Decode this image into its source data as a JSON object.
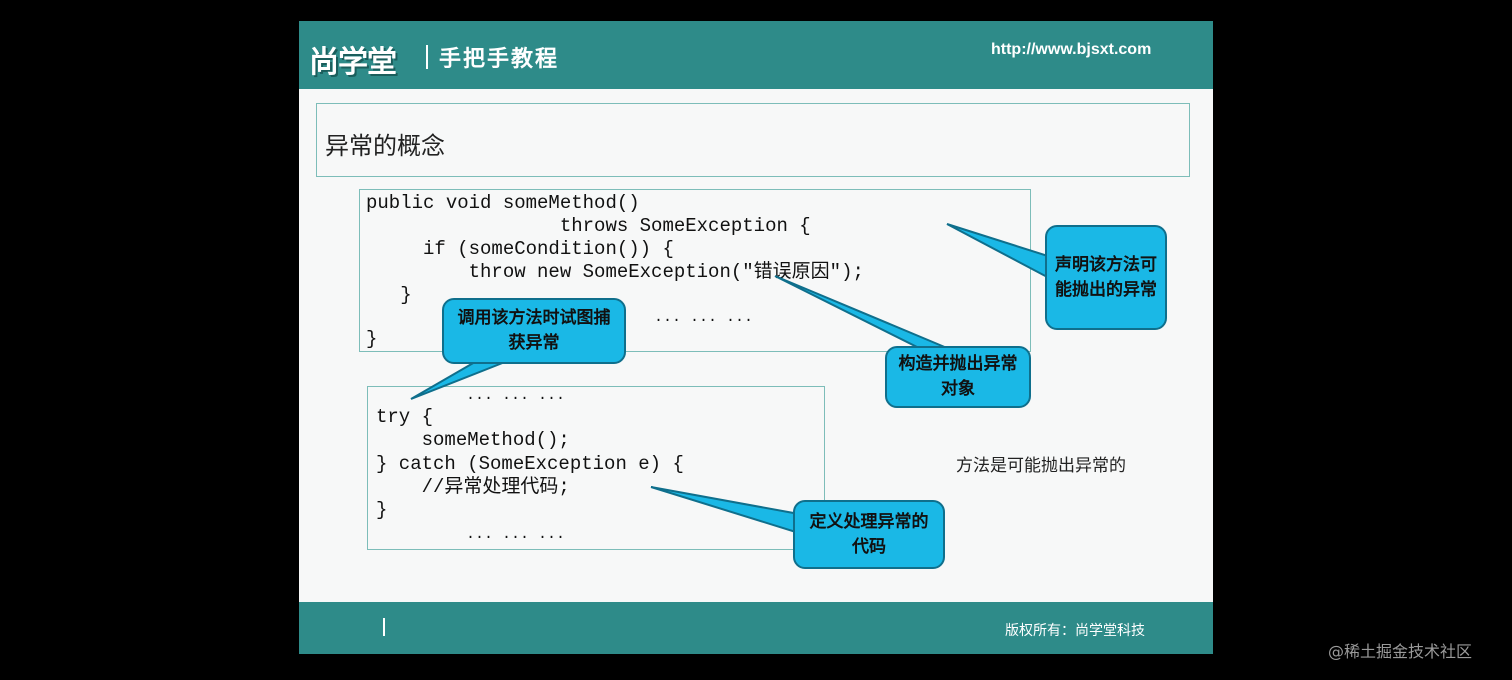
{
  "header": {
    "logo_text": "尚学堂",
    "subtitle": "手把手教程",
    "url": "http://www.bjsxt.com"
  },
  "slide": {
    "title": "异常的概念",
    "code_block_1": [
      "public void someMethod()",
      "                 throws SomeException {",
      "     if (someCondition()) {",
      "         throw new SomeException(\"错误原因\");",
      "   }",
      "                                ... ... ...",
      "}"
    ],
    "code_block_2": [
      "          ... ... ...",
      "try {",
      "    someMethod();",
      "} catch (SomeException e) {",
      "    //异常处理代码;",
      "}",
      "          ... ... ..."
    ],
    "callouts": {
      "declare": "声明该方法可能抛出的异常",
      "construct": "构造并抛出异常对象",
      "call": "调用该方法时试图捕获异常",
      "handle": "定义处理异常的代码"
    },
    "side_note": "方法是可能抛出异常的"
  },
  "footer": {
    "copyright": "版权所有：尚学堂科技"
  },
  "watermark": "@稀土掘金技术社区",
  "colors": {
    "teal": "#2e8b89",
    "callout": "#1ab8e6",
    "background": "#000000"
  }
}
